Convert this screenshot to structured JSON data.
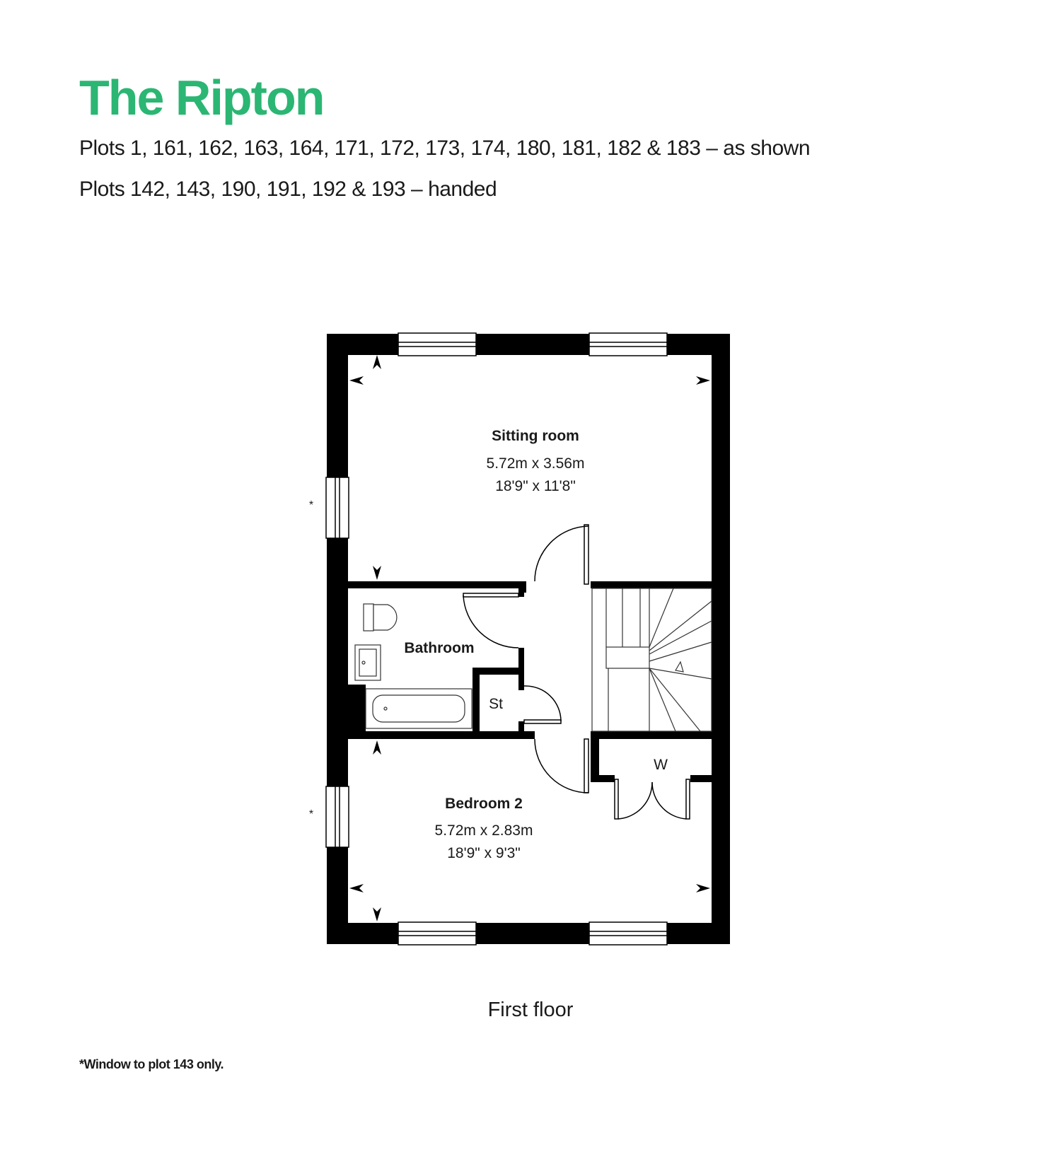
{
  "header": {
    "title": "The Ripton",
    "plots_as_shown": "Plots 1, 161, 162, 163, 164, 171, 172, 173, 174, 180, 181, 182 & 183 – as shown",
    "plots_handed": "Plots 142, 143, 190, 191, 192 & 193 – handed"
  },
  "rooms": {
    "sitting": {
      "name": "Sitting room",
      "metric": "5.72m x 3.56m",
      "imperial": "18'9\" x 11'8\""
    },
    "bathroom": {
      "name": "Bathroom"
    },
    "store": {
      "name": "St"
    },
    "wardrobe": {
      "name": "W"
    },
    "bedroom2": {
      "name": "Bedroom 2",
      "metric": "5.72m x 2.83m",
      "imperial": "18'9\" x 9'3\""
    }
  },
  "markers": {
    "optional_window": "*"
  },
  "floor_label": "First floor",
  "footnote": "*Window to plot 143 only.",
  "colors": {
    "title_green": "#2bb673",
    "wall": "#000000",
    "text": "#1a1a1a"
  }
}
